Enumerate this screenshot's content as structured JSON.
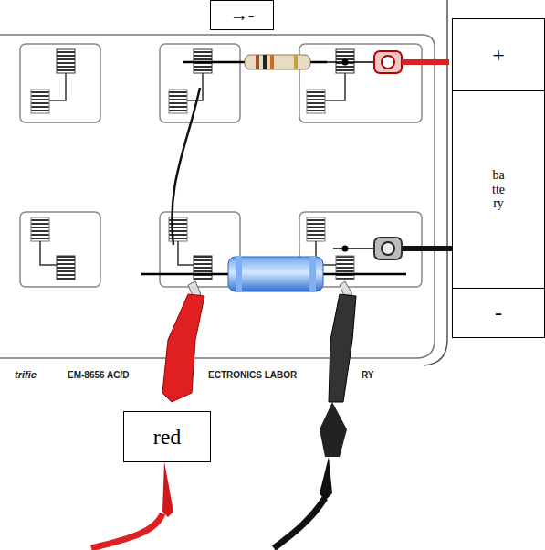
{
  "diagram": {
    "nodes": [
      {
        "text": [
          "→-"
        ]
      },
      {
        "text": [
          "+"
        ]
      },
      {
        "text": [
          "battery"
        ]
      },
      {
        "text": [
          "-"
        ]
      },
      {
        "text": [
          "red"
        ]
      }
    ],
    "labels": [
      "trific",
      "EM-8656 AC/D",
      "ECTRONICS LABOR",
      "RY"
    ]
  }
}
